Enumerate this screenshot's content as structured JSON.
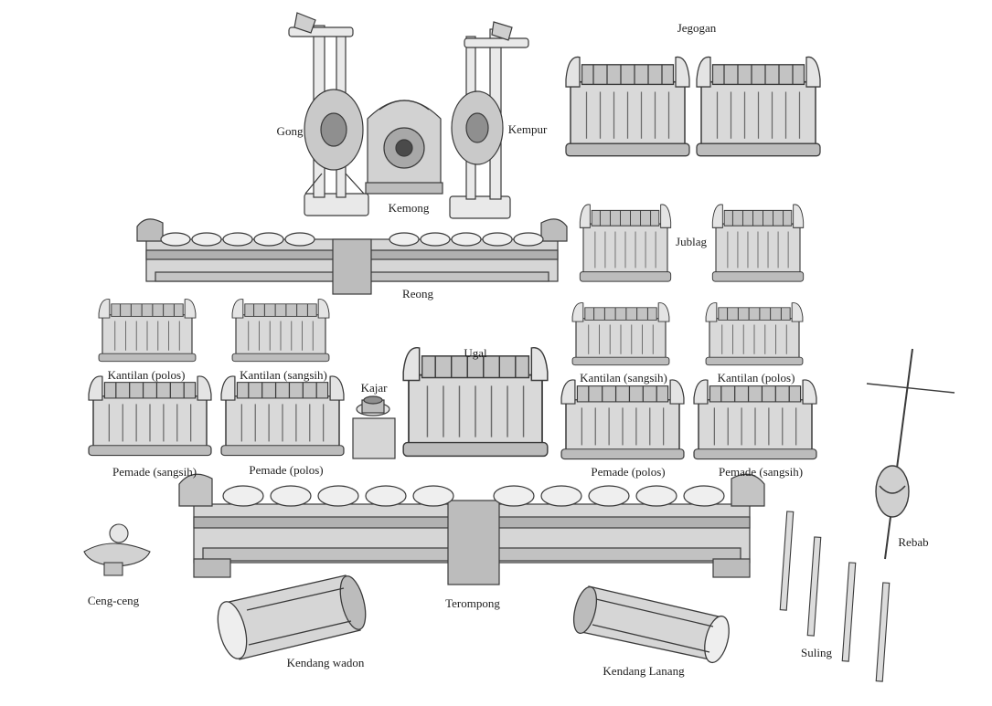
{
  "colors": {
    "ink": "#2a2a2a",
    "line": "#5a5a5a",
    "shade": "#bdbdbd",
    "light": "#e6e6e6",
    "mid": "#9a9a9a",
    "dark": "#3a3a3a",
    "background": "#ffffff"
  },
  "labels": {
    "jegogan": "Jegogan",
    "gong": "Gong",
    "kempur": "Kempur",
    "kemong": "Kemong",
    "jublag": "Jublag",
    "reong": "Reong",
    "kantilan_polos_left": "Kantilan (polos)",
    "kantilan_sangsih_left": "Kantilan (sangsih)",
    "kajar": "Kajar",
    "ugal": "Ugal",
    "kantilan_sangsih_right": "Kantilan (sangsih)",
    "kantilan_polos_right": "Kantilan (polos)",
    "pemade_sangsih_left": "Pemade (sangsih)",
    "pemade_polos_left": "Pemade (polos)",
    "pemade_polos_right": "Pemade (polos)",
    "pemade_sangsih_right": "Pemade (sangsih)",
    "rebab": "Rebab",
    "ceng_ceng": "Ceng-ceng",
    "terompong": "Terompong",
    "kendang_wadon": "Kendang wadon",
    "kendang_lanang": "Kendang Lanang",
    "suling": "Suling"
  }
}
